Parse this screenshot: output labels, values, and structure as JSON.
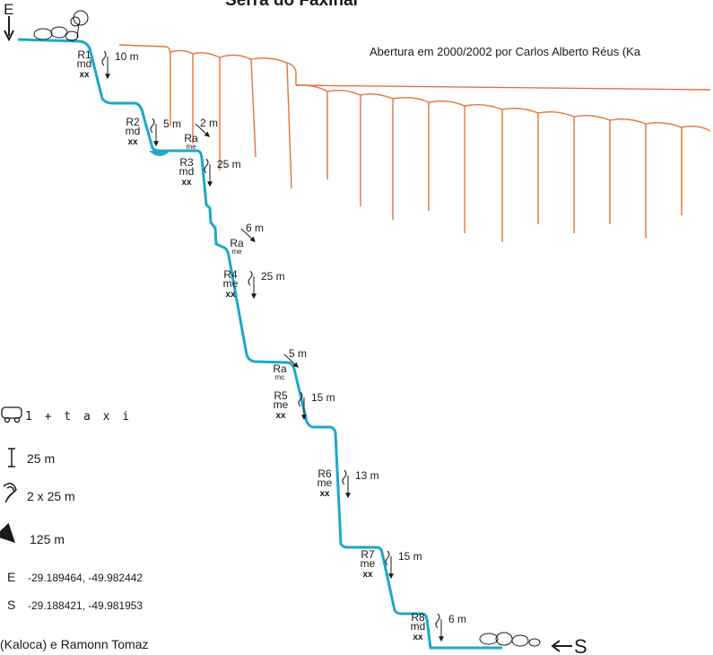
{
  "title": "Serra do Faxinal",
  "credit_top": "Abertura em  2000/2002  por  Carlos Alberto Réus (Ka",
  "credit_bottom": "(Kaloca) e Ramonn Tomaz",
  "entry_label": "E",
  "exit_label": "S",
  "colors": {
    "route": "#1ea7c9",
    "cliff": "#e0743a",
    "text": "#1a1a1a"
  },
  "rappels": [
    {
      "id": "R1",
      "anchor": "md",
      "bolt": "xx",
      "height": "10 m"
    },
    {
      "id": "R2",
      "anchor": "md",
      "bolt": "xx",
      "height": "5 m"
    },
    {
      "id": "R3",
      "anchor": "md",
      "bolt": "xx",
      "height": "25 m"
    },
    {
      "id": "R4",
      "anchor": "me",
      "bolt": "xx",
      "height": "25 m"
    },
    {
      "id": "R5",
      "anchor": "me",
      "bolt": "xx",
      "height": "15 m"
    },
    {
      "id": "R6",
      "anchor": "me",
      "bolt": "xx",
      "height": "13 m"
    },
    {
      "id": "R7",
      "anchor": "me",
      "bolt": "xx",
      "height": "15 m"
    },
    {
      "id": "R8",
      "anchor": "md",
      "bolt": "xx",
      "height": "6 m"
    }
  ],
  "ramps": [
    {
      "id": "Ra",
      "sub": "me",
      "length": "2 m"
    },
    {
      "id": "Ra",
      "sub": "me",
      "length": "6 m"
    },
    {
      "id": "Ra",
      "sub": "mc",
      "length": "5 m"
    }
  ],
  "legend": {
    "transport": "1 + t a x i",
    "max_rappel": "25 m",
    "rope": "2 x 25 m",
    "descent": "125 m",
    "entry_coord_label": "E",
    "entry_coord": "-29.189464, -49.982442",
    "exit_coord_label": "S",
    "exit_coord": "-29.188421, -49.981953",
    "icons": [
      "car-icon",
      "rappel-height-icon",
      "rope-icon",
      "descent-arrow-icon"
    ]
  }
}
